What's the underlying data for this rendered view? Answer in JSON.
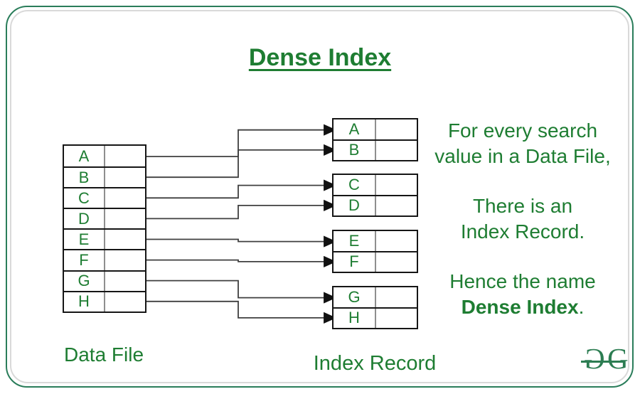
{
  "page": {
    "title": "Dense Index"
  },
  "data_file": {
    "label": "Data File",
    "rows": [
      "A",
      "B",
      "C",
      "D",
      "E",
      "F",
      "G",
      "H"
    ]
  },
  "index_record": {
    "label": "Index Record",
    "groups": [
      [
        "A",
        "B"
      ],
      [
        "C",
        "D"
      ],
      [
        "E",
        "F"
      ],
      [
        "G",
        "H"
      ]
    ]
  },
  "connections": [
    {
      "from": "A",
      "to": "A"
    },
    {
      "from": "B",
      "to": "B"
    },
    {
      "from": "C",
      "to": "C"
    },
    {
      "from": "D",
      "to": "D"
    },
    {
      "from": "E",
      "to": "E"
    },
    {
      "from": "F",
      "to": "F"
    },
    {
      "from": "G",
      "to": "G"
    },
    {
      "from": "H",
      "to": "H"
    }
  ],
  "side_note": {
    "p1_l1": "For every search",
    "p1_l2": "value in a Data File,",
    "p2_l1": "There is an",
    "p2_l2": "Index Record.",
    "p3_l1": "Hence the name",
    "p3_bold": "Dense Index",
    "p3_suffix": "."
  },
  "logo": {
    "letter": "G"
  },
  "colors": {
    "text_green": "#1e7d32",
    "border_green": "#2a7d5a",
    "arrow_line": "#3f3f3f",
    "table_border": "#161616"
  }
}
